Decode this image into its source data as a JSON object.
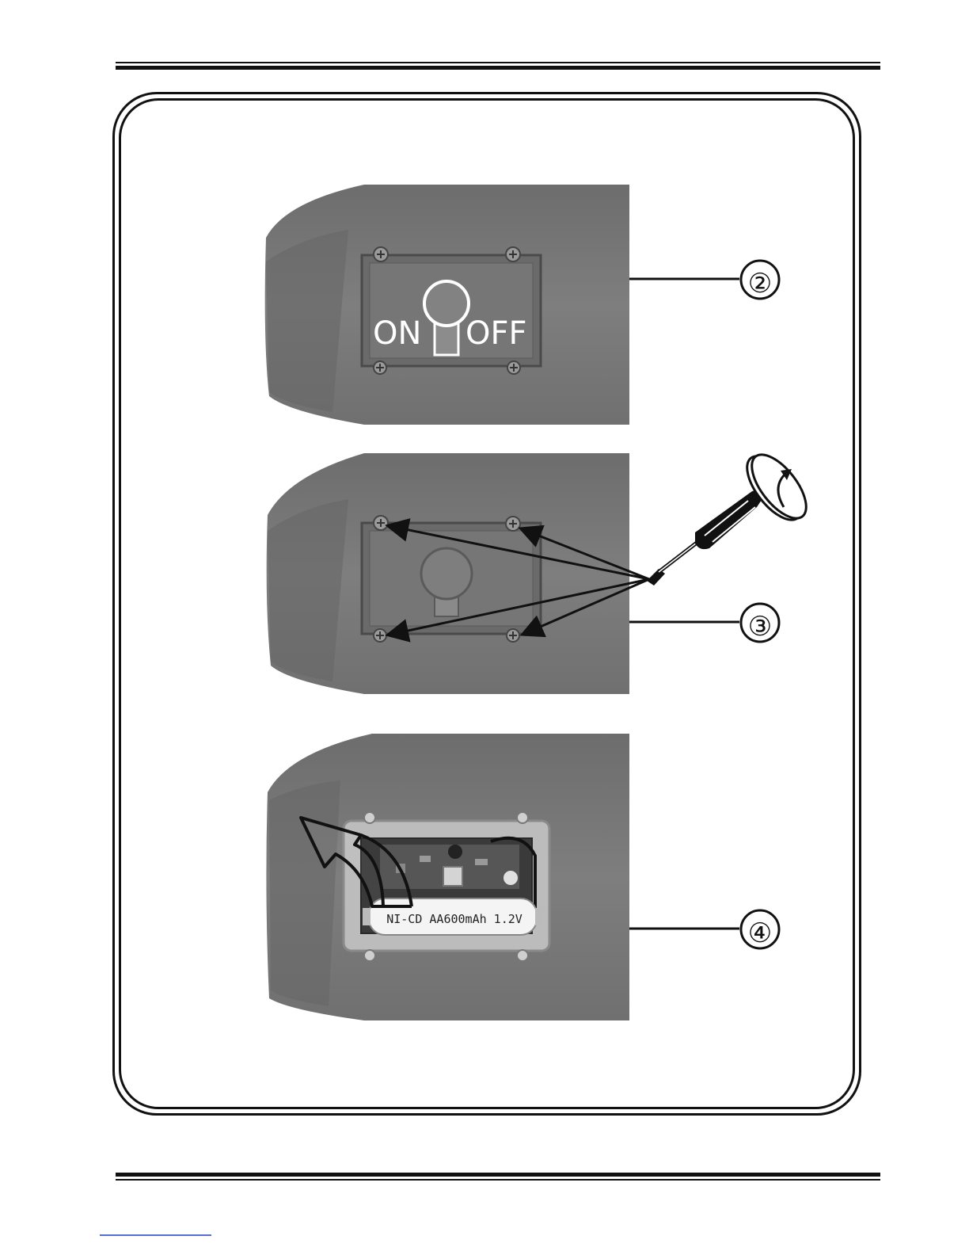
{
  "figure": {
    "switch_label_on": "ON",
    "switch_label_off": "OFF",
    "battery_label": "NI-CD AA600mAh 1.2V",
    "callouts": [
      "②",
      "③",
      "④"
    ]
  },
  "colors": {
    "device_gray": "#7b7b7b",
    "device_dark": "#5e5e5e",
    "line": "#111111"
  }
}
